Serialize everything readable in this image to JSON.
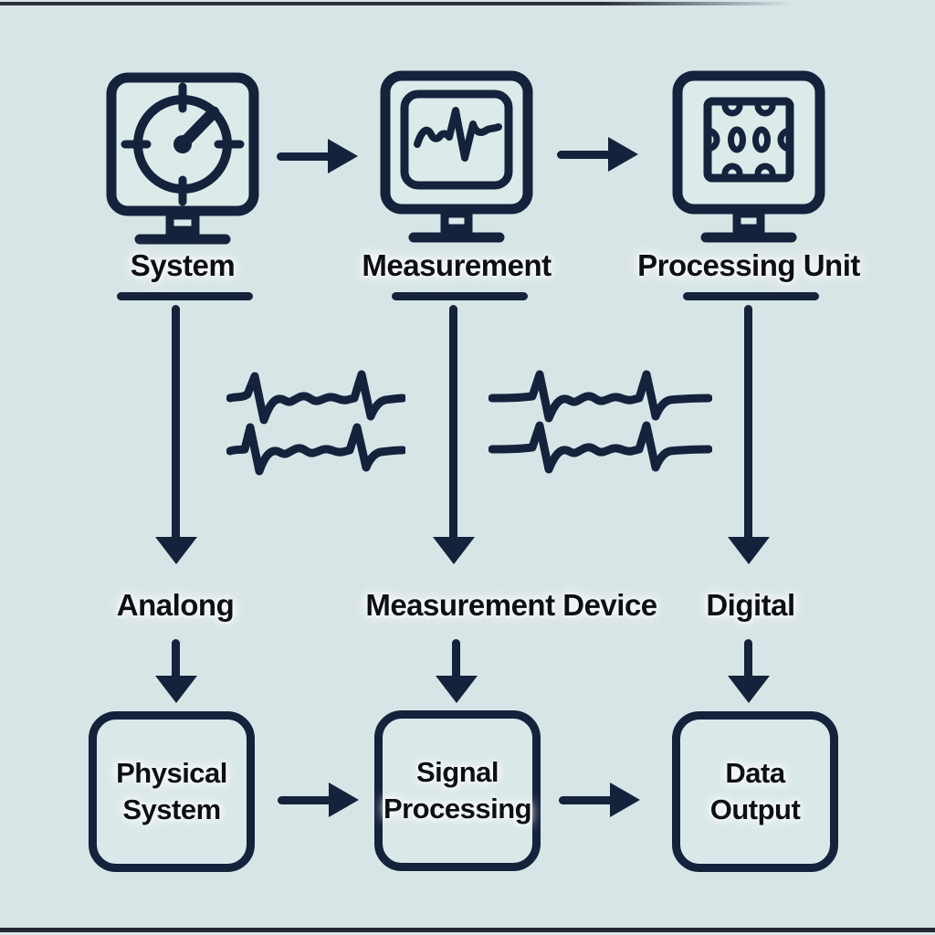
{
  "palette": {
    "background": "#d8e5e7",
    "ink": "#15223c",
    "icon_fill": "#dceaea",
    "box_fill": "#dae8ea",
    "label_color": "#0d0f15"
  },
  "top_row": {
    "items": [
      {
        "icon": "gauge-icon",
        "label": "System"
      },
      {
        "icon": "waveform-monitor-icon",
        "label": "Measurement"
      },
      {
        "icon": "chip-monitor-icon",
        "label": "Processing Unit"
      }
    ]
  },
  "middle_row": {
    "labels": [
      "Analong",
      "Measurement Device",
      "Digital"
    ]
  },
  "bottom_row": {
    "boxes": [
      {
        "line1": "Physical",
        "line2": "System"
      },
      {
        "line1": "Signal",
        "line2": "Processing"
      },
      {
        "line1": "Data",
        "line2": "Output"
      }
    ]
  }
}
